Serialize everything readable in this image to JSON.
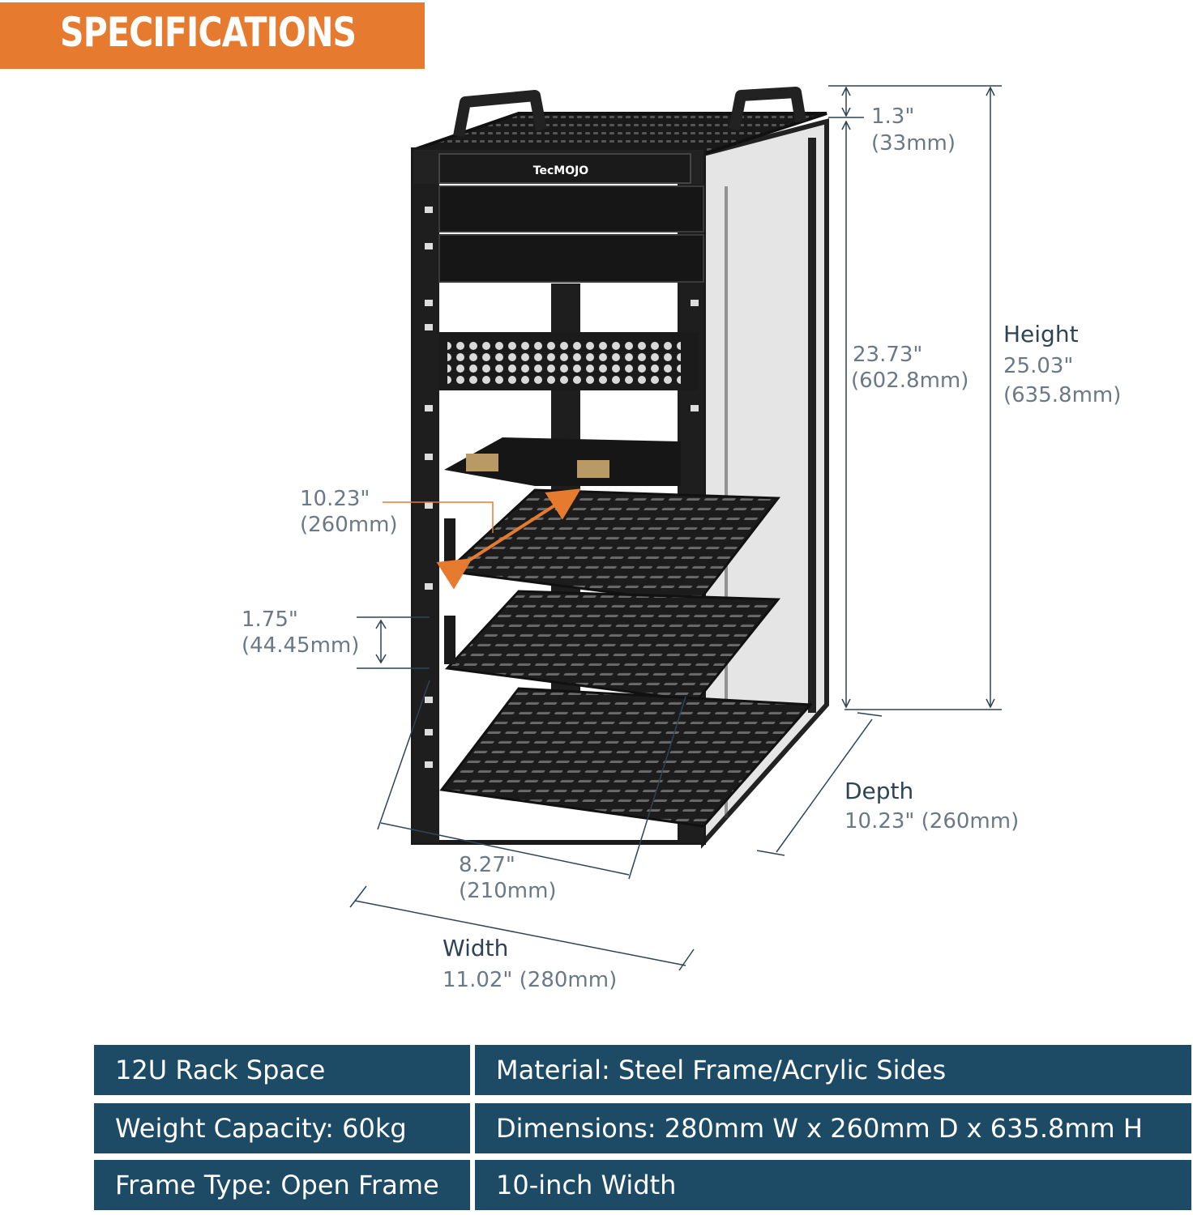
{
  "header": {
    "title": "SPECIFICATIONS"
  },
  "product": {
    "brand_logo": "TecMOJO"
  },
  "dimensions": {
    "top_gap": {
      "inch": "1.3\"",
      "mm": "(33mm)"
    },
    "inner_height": {
      "inch": "23.73\"",
      "mm": "(602.8mm)"
    },
    "height": {
      "label": "Height",
      "inch": "25.03\"",
      "mm": "(635.8mm)"
    },
    "shelf_depth": {
      "inch": "10.23\"",
      "mm": "(260mm)"
    },
    "rack_unit": {
      "inch": "1.75\"",
      "mm": "(44.45mm)"
    },
    "depth": {
      "label": "Depth",
      "value": "10.23\" (260mm)"
    },
    "inner_width": {
      "inch": "8.27\"",
      "mm": "(210mm)"
    },
    "width": {
      "label": "Width",
      "value": "11.02\" (280mm)"
    }
  },
  "specs": {
    "rows": [
      {
        "left": "12U Rack Space",
        "right": "Material: Steel Frame/Acrylic Sides"
      },
      {
        "left": "Weight Capacity: 60kg",
        "right": "Dimensions: 280mm W x 260mm D x 635.8mm H"
      },
      {
        "left": "Frame Type: Open Frame",
        "right": "10-inch Width"
      }
    ]
  },
  "colors": {
    "accent_orange": "#e67a2e",
    "table_blue": "#1d4b66",
    "dimension_line": "#2e4356"
  }
}
